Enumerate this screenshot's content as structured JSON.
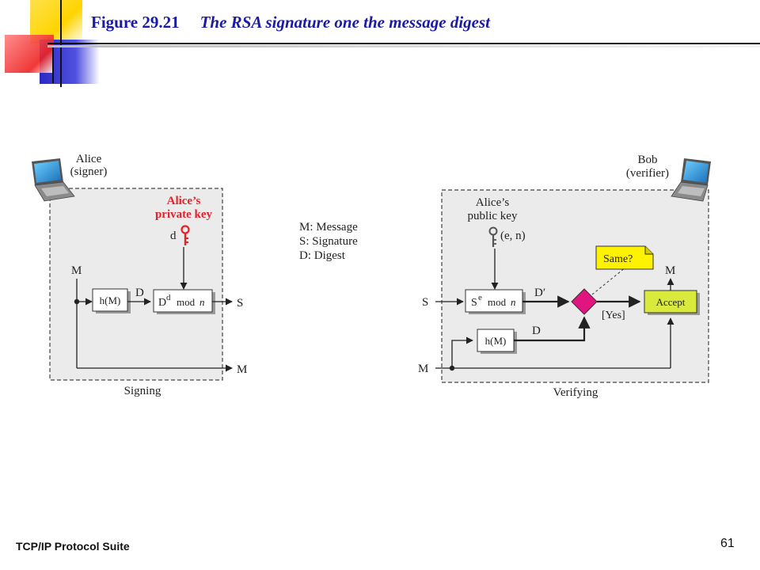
{
  "slide": {
    "figure_number": "Figure 29.21",
    "figure_caption": "The RSA signature one the message digest",
    "footer_left": "TCP/IP Protocol Suite",
    "page_number": "61"
  },
  "signing": {
    "actor_name": "Alice",
    "actor_role": "(signer)",
    "key_label_line1": "Alice’s",
    "key_label_line2": "private key",
    "key_var": "d",
    "input_label": "M",
    "hash_box": "h(M)",
    "digest_label": "D",
    "sign_box_base": "D",
    "sign_box_exp": "d",
    "sign_box_mod": "mod",
    "sign_box_n": "n",
    "output_signature": "S",
    "output_message": "M",
    "section_label": "Signing"
  },
  "legend": {
    "items": [
      "M: Message",
      "S: Signature",
      "D: Digest"
    ]
  },
  "verifying": {
    "actor_name": "Bob",
    "actor_role": "(verifier)",
    "key_label_line1": "Alice’s",
    "key_label_line2": "public key",
    "key_var": "(e, n)",
    "input_signature": "S",
    "input_message": "M",
    "verify_box_base": "S",
    "verify_box_exp": "e",
    "verify_box_mod": "mod",
    "verify_box_n": "n",
    "dprime_label": "D′",
    "hash_box": "h(M)",
    "digest_label": "D",
    "compare_callout": "Same?",
    "yes_label": "[Yes]",
    "accept_box": "Accept",
    "output_message": "M",
    "section_label": "Verifying"
  },
  "colors": {
    "title_blue": "#1a1aa6",
    "key_red": "#e8202a",
    "diamond_magenta": "#e0157f",
    "accept_green": "#d9ea3c",
    "callout_yellow": "#fff200",
    "panel_gray": "#ebebeb",
    "deco_yellow": "#ffd400",
    "deco_red": "#ee2222",
    "deco_blue": "#3333cc"
  },
  "icons": [
    "laptop-icon",
    "key-icon"
  ]
}
